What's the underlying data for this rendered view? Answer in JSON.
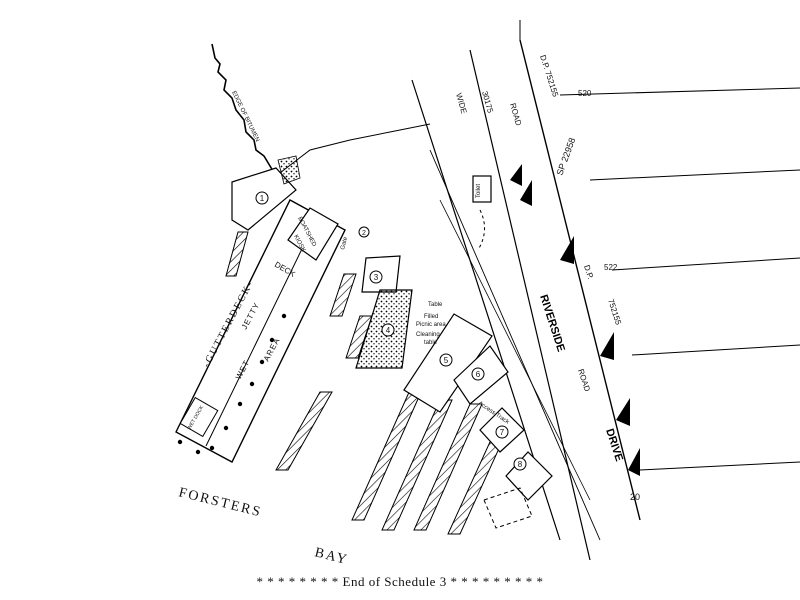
{
  "map": {
    "labels": {
      "edge_of_bitumen": "EDGE OF BITUMEN",
      "dp_752155_top": "D.P. 752155",
      "lot_520": "520",
      "wide": "WIDE",
      "width_3017": "30175",
      "road_top": "ROAD",
      "sp_22958": "SP 22958",
      "dp_522": "D.P.",
      "lot_522": "522",
      "dp_752155_right": "752155",
      "riverside": "RIVERSIDE",
      "road_mid": "ROAD",
      "drive": "DRIVE",
      "lot_20": "20",
      "boatshed_kiosk_1": "BOATSHED",
      "boatshed_kiosk_2": "KIOSK",
      "deck": "DECK",
      "gutterdeck": "-GUTTERDECK-",
      "jetty": "JETTY",
      "wet_area_1": "WET",
      "wet_area_2": "AREA",
      "wet_dock": "WET DOCK",
      "table": "Table",
      "filled_picnic_1": "Filled",
      "filled_picnic_2": "Picnic area",
      "cleaning_table_1": "Cleaning",
      "cleaning_table_2": "table",
      "gate": "Gate",
      "toilets": "Toilet",
      "access_track": "Access Track",
      "forsters": "FORSTERS",
      "bay": "BAY"
    },
    "markers": [
      "1",
      "2",
      "3",
      "4",
      "5",
      "6",
      "7",
      "8"
    ]
  },
  "footer": {
    "text": "* * * * * * * * End of Schedule 3 * * * * * * * * *"
  }
}
